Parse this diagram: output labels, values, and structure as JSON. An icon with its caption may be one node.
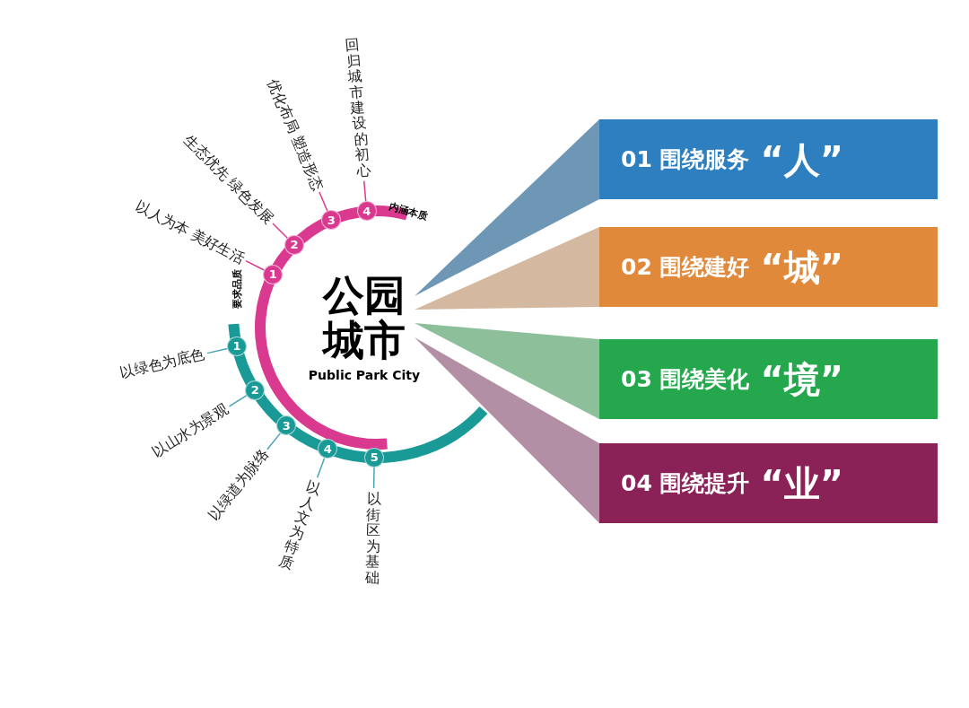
{
  "diagram": {
    "nodes": [
      {
        "text": [
          "公园城市",
          "Public Park City"
        ]
      },
      {
        "text": [
          "01 围绕服务",
          "“人”"
        ]
      },
      {
        "text": [
          "02 围绕建好",
          "“城”"
        ]
      },
      {
        "text": [
          "03 围绕美化",
          "“境”"
        ]
      },
      {
        "text": [
          "04 围绕提升",
          "“业”"
        ]
      },
      {
        "text": [
          "1"
        ]
      },
      {
        "text": [
          "2"
        ]
      },
      {
        "text": [
          "3"
        ]
      },
      {
        "text": [
          "4"
        ]
      },
      {
        "text": [
          "1"
        ]
      },
      {
        "text": [
          "2"
        ]
      },
      {
        "text": [
          "3"
        ]
      },
      {
        "text": [
          "4"
        ]
      },
      {
        "text": [
          "5"
        ]
      },
      {
        "text": [
          "以人为本 美好生活"
        ]
      },
      {
        "text": [
          "生态优先 绿色发展"
        ]
      },
      {
        "text": [
          "优化布局 塑造形态"
        ]
      },
      {
        "text": [
          "回归城市建设的初心"
        ]
      },
      {
        "text": [
          "以绿色为底色"
        ]
      },
      {
        "text": [
          "以山水为景观"
        ]
      },
      {
        "text": [
          "以绿道为脉络"
        ]
      },
      {
        "text": [
          "以人文为特质"
        ]
      },
      {
        "text": [
          "以街区为基础"
        ]
      }
    ],
    "edges": [
      {
        "from": 0,
        "to": 1,
        "arrow": "none",
        "color": "#6e97b5"
      },
      {
        "from": 0,
        "to": 2,
        "arrow": "none",
        "color": "#d4b8a0"
      },
      {
        "from": 0,
        "to": 3,
        "arrow": "none",
        "color": "#8dbf9a"
      },
      {
        "from": 0,
        "to": 4,
        "arrow": "none",
        "color": "#b28fa5"
      },
      {
        "from": 14,
        "to": 5,
        "arrow": "none",
        "color": "#d9398f"
      },
      {
        "from": 15,
        "to": 6,
        "arrow": "none",
        "color": "#d9398f"
      },
      {
        "from": 16,
        "to": 7,
        "arrow": "none",
        "color": "#d9398f"
      },
      {
        "from": 17,
        "to": 8,
        "arrow": "none",
        "color": "#d9398f"
      },
      {
        "from": 18,
        "to": 9,
        "arrow": "none"
      },
      {
        "from": 19,
        "to": 10,
        "arrow": "none"
      },
      {
        "from": 20,
        "to": 11,
        "arrow": "none"
      },
      {
        "from": 21,
        "to": 12,
        "arrow": "none"
      },
      {
        "from": 22,
        "to": 13,
        "arrow": "none"
      }
    ],
    "labels": [
      "内涵本质",
      "要求品质"
    ]
  }
}
